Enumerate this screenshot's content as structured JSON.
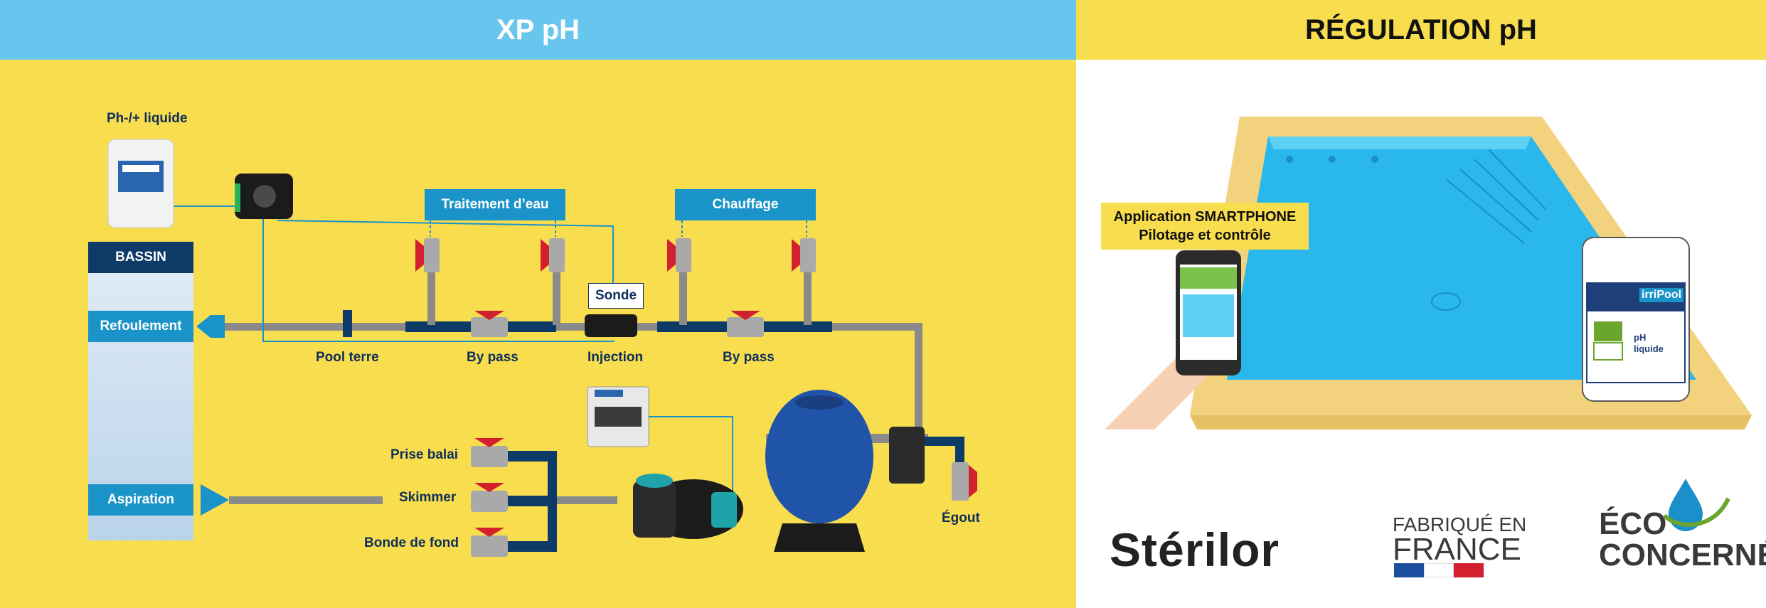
{
  "left_header": {
    "title": "XP pH"
  },
  "right_header": {
    "title": "RÉGULATION pH"
  },
  "diagram": {
    "product_label": "Ph-/+ liquide",
    "bassin": "BASSIN",
    "refoulement": "Refoulement",
    "aspiration": "Aspiration",
    "traitement": "Traitement d’eau",
    "chauffage": "Chauffage",
    "sonde": "Sonde",
    "pool_terre": "Pool terre",
    "by_pass_1": "By pass",
    "injection": "Injection",
    "by_pass_2": "By pass",
    "prise_balai": "Prise balai",
    "skimmer": "Skimmer",
    "bonde_de_fond": "Bonde de fond",
    "egout": "Égout"
  },
  "regulation": {
    "app_line1": "Application SMARTPHONE",
    "app_line2": "Pilotage et contrôle",
    "can_brand": "irriPool",
    "can_label1": "pH",
    "can_label2": "liquide"
  },
  "logos": {
    "sterilor": "Stérilor",
    "fabrique_line1": "FABRIQUÉ EN",
    "fabrique_line2": "FRANCE",
    "eco_line1": "ÉCO",
    "eco_line2": "CONCERNÉ"
  },
  "colors": {
    "blue_header": "#66c6ee",
    "yellow": "#f8dd4f",
    "navy": "#0d2f5a",
    "pipe_grey": "#8a8a8a",
    "pipe_blue": "#0d3a66",
    "box_blue": "#1a93c9",
    "pool_blue": "#2ab8ec",
    "valve_red": "#d2202f"
  }
}
